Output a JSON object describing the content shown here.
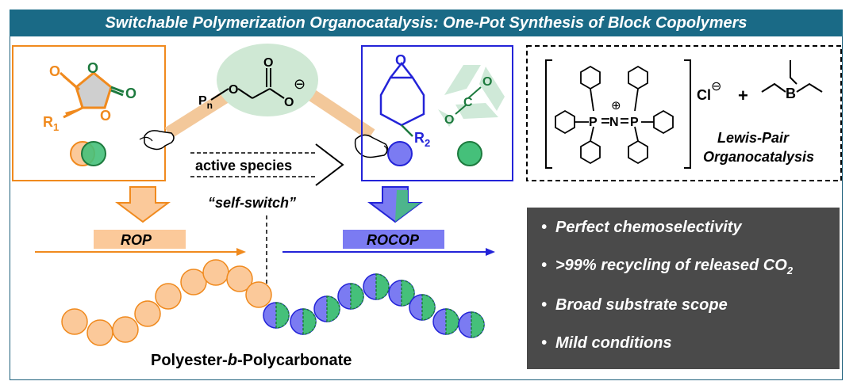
{
  "banner": {
    "title": "Switchable Polymerization Organocatalysis: One-Pot Synthesis of Block Copolymers"
  },
  "monomers": {
    "anhydride_substituent": "R",
    "anhydride_substituent_sub": "1",
    "epoxide_substituent": "R",
    "epoxide_substituent_sub": "2",
    "o_atom": "O",
    "co2_o": "O",
    "co2_c": "C"
  },
  "active_species": {
    "chain_label": "P",
    "chain_label_sub": "n",
    "o": "O",
    "charge": "⊖",
    "arrow_label": "active species"
  },
  "catalyst": {
    "p_atom": "P",
    "n_atom": "N",
    "plus": "⊕",
    "counterion": "Cl",
    "counterion_charge": "⊖",
    "plus_sign": "+",
    "boron": "B",
    "caption_line1": "Lewis-Pair",
    "caption_line2": "Organocatalysis"
  },
  "process": {
    "self_switch": "“self-switch”",
    "rop_label": "ROP",
    "rocop_label": "ROCOP",
    "product_prefix": "Polyester-",
    "product_italic": "b",
    "product_suffix": "-Polycarbonate"
  },
  "features": [
    "Perfect chemoselectivity",
    ">99% recycling of released CO",
    "Broad substrate scope",
    "Mild conditions"
  ],
  "features_subscript": "2",
  "colors": {
    "banner": "#1a6a86",
    "orange": "#f08a1e",
    "orange_fill": "#fbc99a",
    "blue": "#2323d8",
    "blue_fill": "#7b7bf2",
    "green": "#45c07a",
    "dark_green": "#1d7a3e",
    "panel": "#4a4a4a"
  }
}
